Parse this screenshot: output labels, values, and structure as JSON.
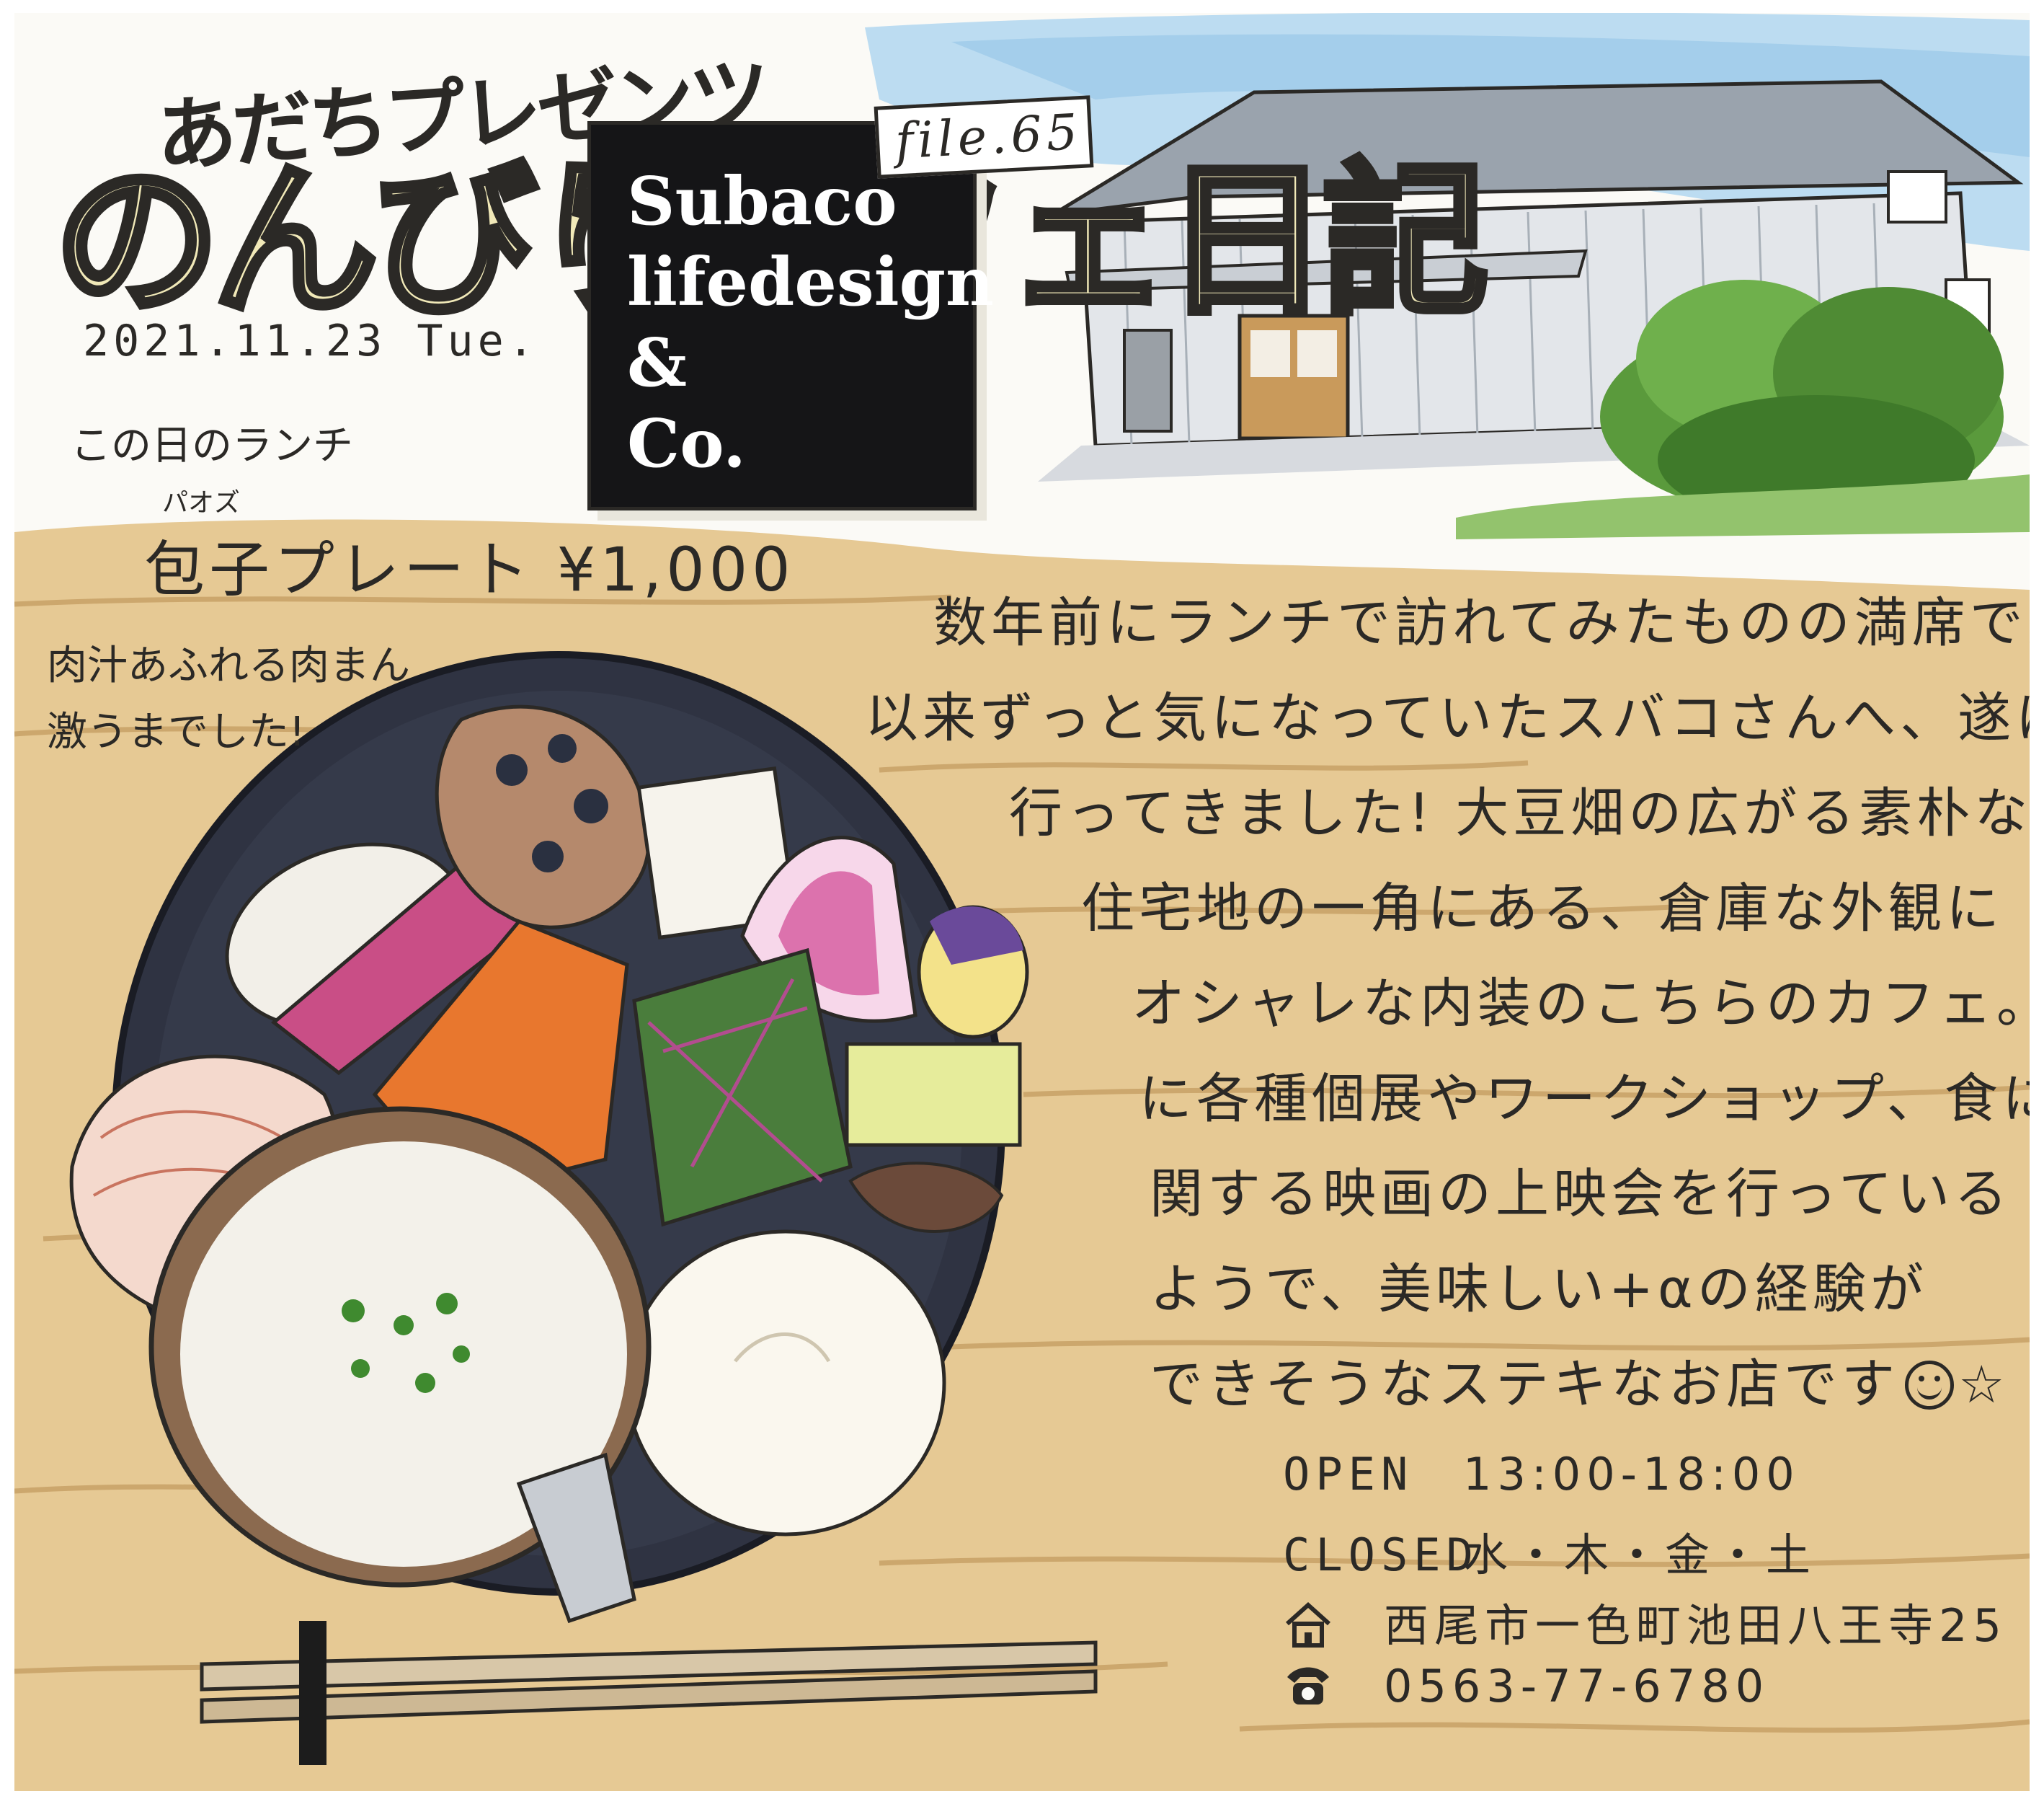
{
  "header": {
    "series_sub": "あだちプレゼンツ",
    "series_title": "のんびりカフェ日記",
    "date": "2021.11.23 Tue."
  },
  "shop": {
    "file_label": "file.65",
    "name_lines": "Subaco\nlifedesign\n&\nCo."
  },
  "lunch": {
    "heading": "この日のランチ",
    "ruby": "パオズ",
    "menu": "包子プレート ¥1,000",
    "comment": "肉汁あふれる肉まん\n激うまでした!"
  },
  "article": {
    "lines": [
      "数年前にランチで訪れてみたものの満席で入れず、",
      "以来ずっと気になっていたスバコさんへ、遂に",
      "行ってきました! 大豆畑の広がる素朴な",
      "住宅地の一角にある、倉庫な外観に",
      "オシャレな内装のこちらのカフェ。定期的",
      "に各種個展やワークショップ、食に",
      "関する映画の上映会を行っている",
      "ようで、美味しい+αの経験が",
      "できそうなステキなお店です"
    ]
  },
  "info": {
    "open_label": "OPEN",
    "open_hours": "13:00-18:00",
    "closed_label": "CLOSED",
    "closed_days": "水・木・金・土",
    "address": "西尾市一色町池田八王寺25",
    "phone": "0563-77-6780"
  },
  "icons": {
    "smile": "smile-icon",
    "star": "star-icon",
    "house": "house-icon",
    "phone": "phone-icon"
  },
  "colors": {
    "ink": "#2b2926",
    "board": "#151517",
    "sky": "#8fc3e6",
    "wood": "#d9b57a",
    "plate": "#2f3342",
    "bush": "#5a9a3c"
  }
}
